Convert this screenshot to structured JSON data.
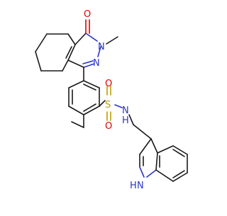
{
  "molecule": {
    "atom_labels": {
      "carbonyl_o": "O",
      "ring_n_methyl": "N",
      "ring_n": "N",
      "sulfonyl_s": "S",
      "sulfonyl_o_top": "O",
      "sulfonyl_o_bottom": "O",
      "amide_n": "N",
      "amide_h": "H",
      "indole_n": "N",
      "indole_h": "H"
    },
    "colors": {
      "bond": "#1a1a1a",
      "oxygen": "#e00000",
      "nitrogen": "#2c35c8",
      "sulfur": "#b8a000",
      "background": "#ffffff"
    }
  }
}
